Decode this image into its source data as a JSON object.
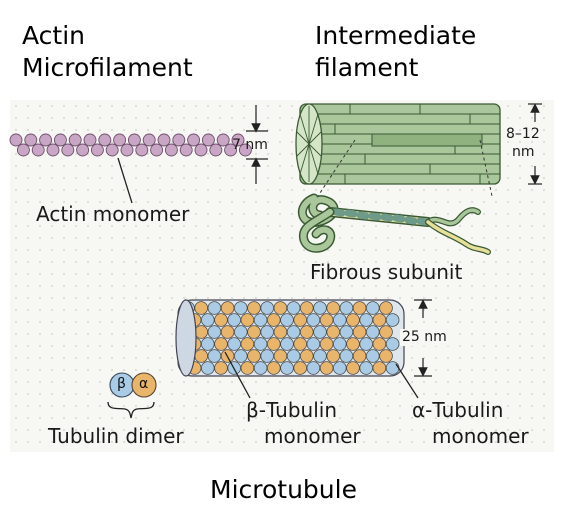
{
  "titles": {
    "actin_line1": "Actin",
    "actin_line2": "Microfilament",
    "intermediate_line1": "Intermediate",
    "intermediate_line2": "filament",
    "microtubule": "Microtubule"
  },
  "labels": {
    "actin_width": "7 nm",
    "actin_monomer": "Actin monomer",
    "if_width_line1": "8–12",
    "if_width_line2": "nm",
    "fibrous_subunit": "Fibrous subunit",
    "mt_width": "25 nm",
    "dimer_beta": "β",
    "dimer_alpha": "α",
    "tubulin_dimer": "Tubulin dimer",
    "beta_tubulin_line1": "β-Tubulin",
    "beta_tubulin_line2": "monomer",
    "alpha_tubulin_line1": "α-Tubulin",
    "alpha_tubulin_line2": "monomer"
  },
  "colors": {
    "actin": "#c9a6c6",
    "filament_green": "#a9c79a",
    "beta_tubulin": "#a9cbe6",
    "alpha_tubulin": "#e9b56a"
  }
}
